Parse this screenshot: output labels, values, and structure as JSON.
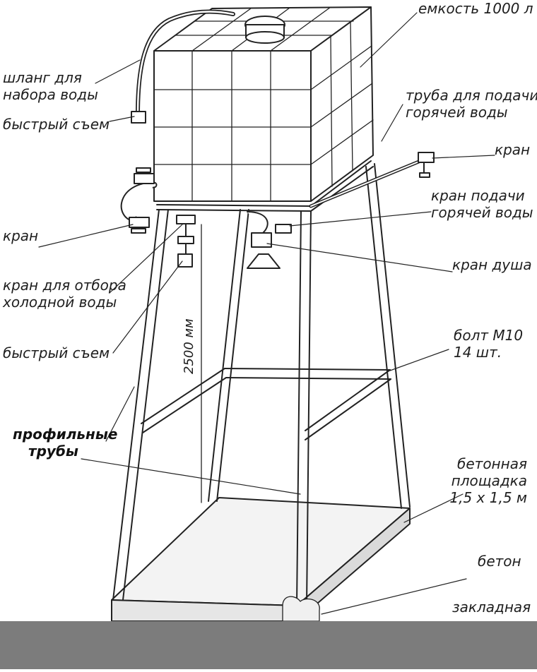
{
  "labels": {
    "tank": "емкость 1000 л",
    "hose_line1": "шланг для",
    "hose_line2": "набора воды",
    "quick_release_top": "быстрый съем",
    "hot_pipe_line1": "труба для подачи",
    "hot_pipe_line2": "горячей воды",
    "valve_right": "кран",
    "hot_valve_line1": "кран подачи",
    "hot_valve_line2": "горячей воды",
    "valve_left": "кран",
    "shower_valve": "кран душа",
    "cold_valve_line1": "кран для отбора",
    "cold_valve_line2": "холодной воды",
    "bolt_line1": "болт М10",
    "bolt_line2": "14 шт.",
    "quick_release_bottom": "быстрый съем",
    "height": "2500 мм",
    "profile_line1": "профильные",
    "profile_line2": "трубы",
    "pad_line1": "бетонная",
    "pad_line2": "площадка",
    "pad_line3": "1,5 х 1,5 м",
    "concrete": "бетон",
    "embedded": "закладная"
  },
  "colors": {
    "ink": "#1e1e1e",
    "band": "#7c7c7c",
    "paper": "#ffffff"
  }
}
